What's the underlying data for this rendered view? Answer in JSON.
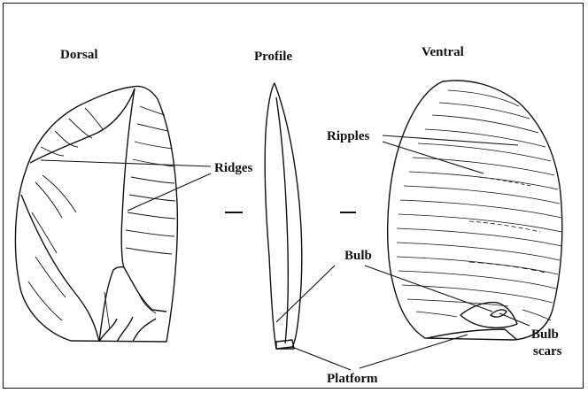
{
  "views": {
    "dorsal": "Dorsal",
    "profile": "Profile",
    "ventral": "Ventral"
  },
  "labels": {
    "ridges": "Ridges",
    "ripples": "Ripples",
    "bulb": "Bulb",
    "bulb_scars_line1": "Bulb",
    "bulb_scars_line2": "scars",
    "platform": "Platform"
  },
  "colors": {
    "ink": "#111111",
    "background": "#ffffff"
  }
}
